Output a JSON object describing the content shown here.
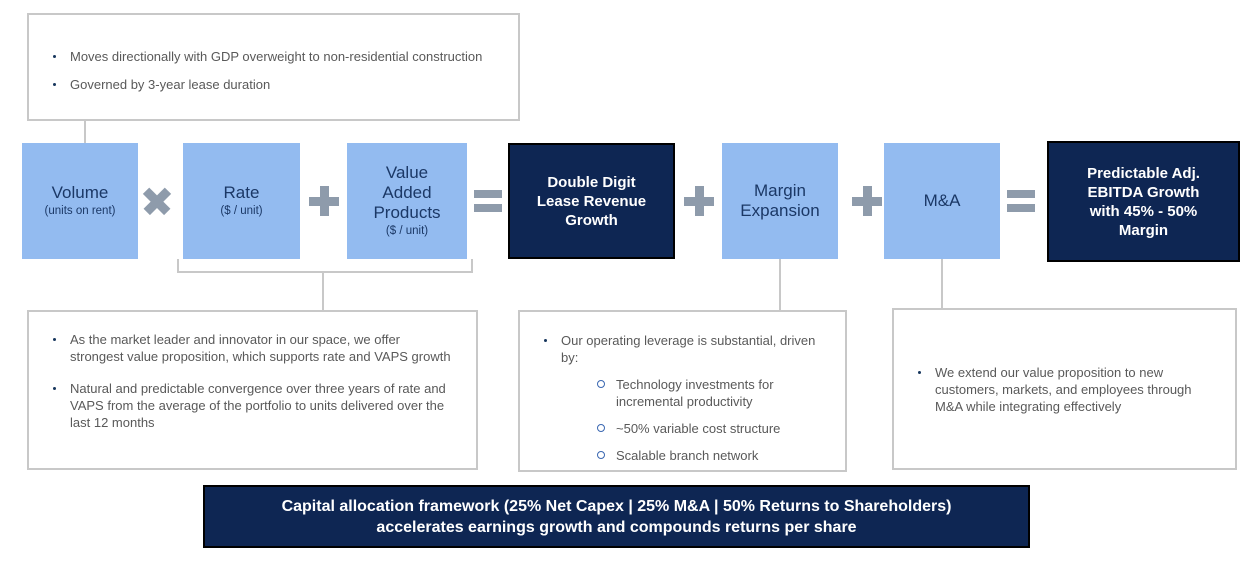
{
  "colors": {
    "light_blue_box": "#93BBF0",
    "dark_navy_box": "#0E2653",
    "operator_gray": "#8E9BAB",
    "connector_and_border_gray": "#C8C8C8",
    "callout_text_gray": "#595959",
    "box_text_navy": "#1B3866",
    "bullet_dot_navy": "#17365D",
    "sub_bullet_circle_blue": "#3A67B1",
    "dark_box_text": "#ffffff"
  },
  "top_callout": {
    "bullets": [
      "Moves directionally with GDP overweight to non-residential construction",
      "Governed by 3-year lease duration"
    ]
  },
  "formula": {
    "volume": {
      "title": "Volume",
      "subtitle": "(units on rent)"
    },
    "rate": {
      "title": "Rate",
      "subtitle": "($ / unit)"
    },
    "vaps": {
      "title": "Value Added Products",
      "subtitle": "($ / unit)"
    },
    "lease_revenue": {
      "title": "Double Digit Lease Revenue Growth"
    },
    "margin_expansion": {
      "title": "Margin Expansion"
    },
    "ma": {
      "title": "M&A"
    },
    "ebitda": {
      "title": "Predictable Adj. EBITDA Growth with 45% - 50% Margin"
    },
    "operators": {
      "op1": "multiply",
      "op2": "plus",
      "op3": "equals",
      "op4": "plus",
      "op5": "plus",
      "op6": "equals"
    }
  },
  "rate_vaps_callout": {
    "bullets": [
      "As the market leader and innovator in our space, we offer strongest value proposition, which supports rate and VAPS growth",
      "Natural and predictable convergence over three years of rate and VAPS from the average of the portfolio to units delivered over the last 12 months"
    ]
  },
  "margin_callout": {
    "lead": "Our operating leverage is substantial, driven by:",
    "sub_bullets": [
      "Technology investments for incremental productivity",
      "~50% variable cost structure",
      "Scalable branch network"
    ]
  },
  "ma_callout": {
    "bullets": [
      "We extend our value proposition to new customers, markets, and employees through M&A while integrating effectively"
    ]
  },
  "banner": {
    "line1": "Capital allocation framework (25% Net Capex | 25% M&A | 50% Returns to Shareholders)",
    "line2": "accelerates earnings growth and compounds returns per share"
  }
}
